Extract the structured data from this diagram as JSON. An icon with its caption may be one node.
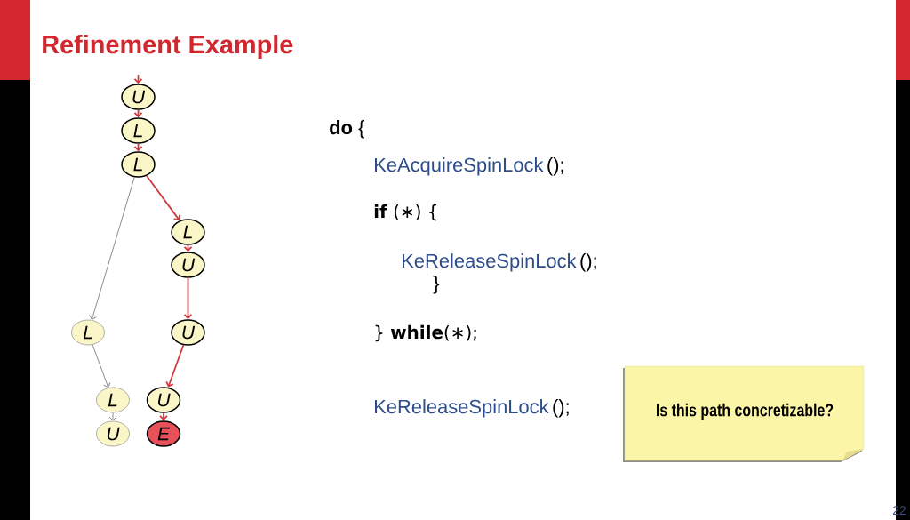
{
  "diagram": {
    "title": "Refinement Example",
    "nodes": [
      {
        "text": [
          "U"
        ]
      },
      {
        "text": [
          "L"
        ]
      },
      {
        "text": [
          "L"
        ]
      },
      {
        "text": [
          "L"
        ]
      },
      {
        "text": [
          "U"
        ]
      },
      {
        "text": [
          "L"
        ]
      },
      {
        "text": [
          "U"
        ]
      },
      {
        "text": [
          "L"
        ]
      },
      {
        "text": [
          "U"
        ]
      },
      {
        "text": [
          "U"
        ]
      },
      {
        "text": [
          "E"
        ]
      },
      {
        "text": [
          "Is this path concretizable?"
        ]
      }
    ],
    "edges": [
      {
        "from": null,
        "to": 0,
        "arrow": "to"
      },
      {
        "from": 0,
        "to": 1,
        "arrow": "to"
      },
      {
        "from": 1,
        "to": 2,
        "arrow": "to"
      },
      {
        "from": 2,
        "to": 3,
        "arrow": "to"
      },
      {
        "from": 3,
        "to": 4,
        "arrow": "to"
      },
      {
        "from": 4,
        "to": 6,
        "arrow": "to"
      },
      {
        "from": 6,
        "to": 8,
        "arrow": "to"
      },
      {
        "from": 8,
        "to": 10,
        "arrow": "to"
      },
      {
        "from": 2,
        "to": 5,
        "arrow": "to",
        "color": "#7f7f7f"
      },
      {
        "from": 5,
        "to": 7,
        "arrow": "to",
        "color": "#7f7f7f"
      },
      {
        "from": 7,
        "to": 9,
        "arrow": "to",
        "color": "#7f7f7f"
      }
    ],
    "labels": [
      "**do** {",
      "KeAcquireSpinLock",
      "();",
      "**if** (∗) {",
      "KeReleaseSpinLock",
      "();",
      "}",
      "} **while**(∗);",
      "KeReleaseSpinLock",
      "();",
      "22"
    ]
  }
}
